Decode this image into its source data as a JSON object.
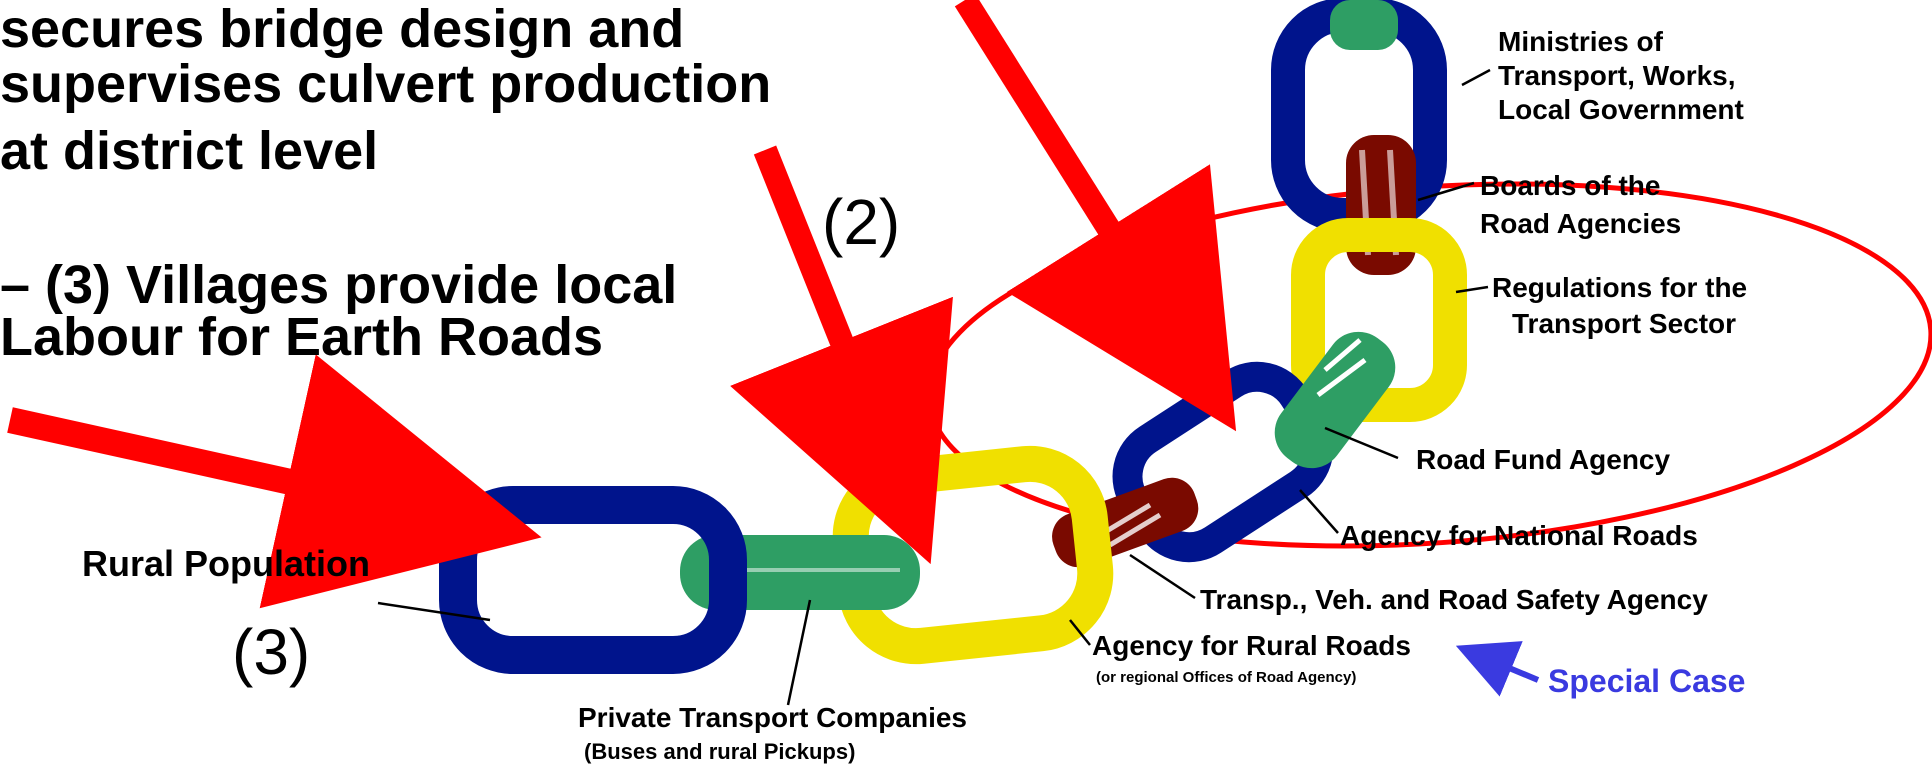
{
  "text": {
    "l1": "secures bridge design and",
    "l2": "supervises culvert production",
    "l3": "at district level",
    "l4": "– (3) Villages provide local",
    "l5": "Labour for Earth Roads"
  },
  "numbers": {
    "n2": "(2)",
    "n3": "(3)"
  },
  "labels": {
    "ministries": [
      "Ministries of",
      "Transport, Works,",
      "Local Government"
    ],
    "boards": [
      "Boards of the",
      "Road Agencies"
    ],
    "regulations": [
      "Regulations for the",
      "Transport Sector"
    ],
    "road_fund": "Road Fund Agency",
    "national": "Agency for National Roads",
    "transp": "Transp., Veh. and Road Safety Agency",
    "rural_roads": "Agency for Rural Roads",
    "rural_roads_sub": "(or regional Offices of Road Agency)",
    "special": "Special Case",
    "rural_pop": "Rural Population",
    "private": "Private Transport Companies",
    "private_sub": "(Buses and rural Pickups)"
  },
  "colors": {
    "blue": "#00148c",
    "yellow": "#f0e000",
    "green": "#2e9e64",
    "darkred": "#7a0a00",
    "red": "#ff0000",
    "special": "#3a3ae0"
  }
}
